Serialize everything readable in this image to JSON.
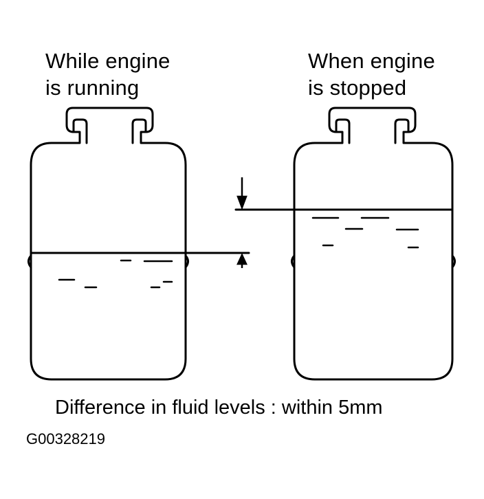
{
  "labels": {
    "running_line1": "While engine",
    "running_line2": "is running",
    "stopped_line1": "When engine",
    "stopped_line2": "is stopped"
  },
  "caption": "Difference in fluid levels : within 5mm",
  "figure_id": "G00328219",
  "colors": {
    "ink": "#000000",
    "paper": "#ffffff"
  }
}
